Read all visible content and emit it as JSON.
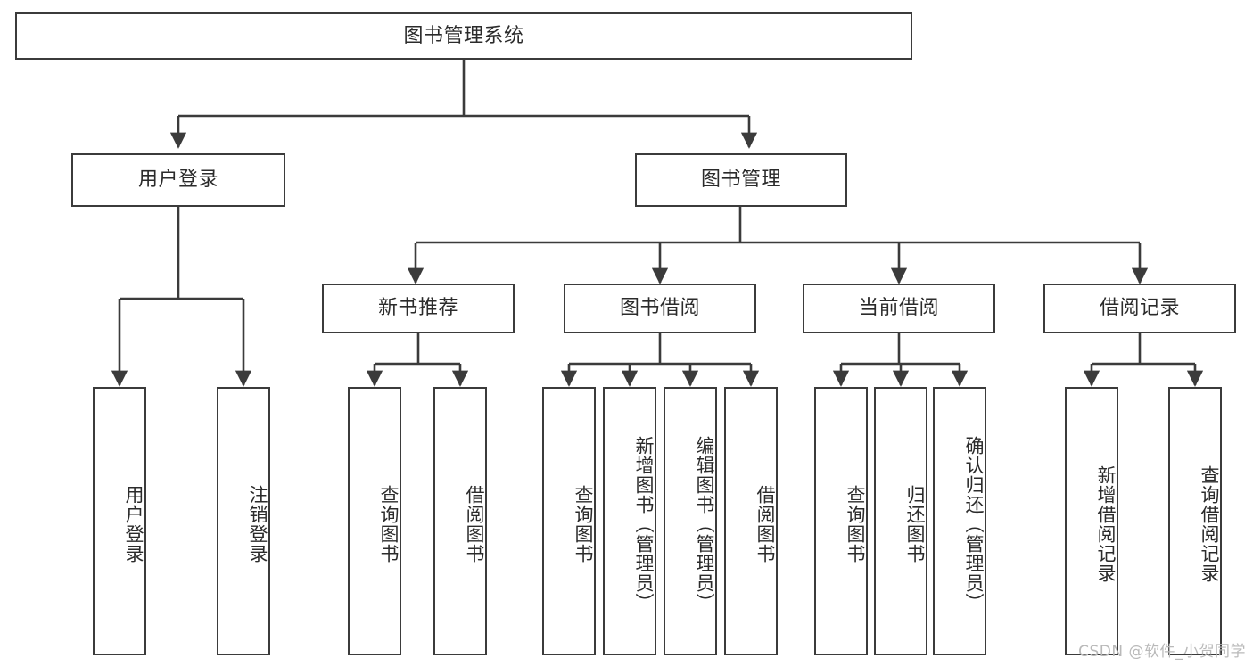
{
  "diagram": {
    "type": "tree-hierarchy-chart",
    "title": "图书管理系统",
    "stroke_color": "#3b3b3b",
    "text_color": "#2b2b2b",
    "background_color": "#ffffff",
    "root": {
      "label": "图书管理系统"
    },
    "level2": [
      {
        "label": "用户登录"
      },
      {
        "label": "图书管理"
      }
    ],
    "level3": [
      {
        "label": "新书推荐"
      },
      {
        "label": "图书借阅"
      },
      {
        "label": "当前借阅"
      },
      {
        "label": "借阅记录"
      }
    ],
    "leaves": {
      "user_login": [
        {
          "label": "用户登录"
        },
        {
          "label": "注销登录"
        }
      ],
      "new_book_recommend": [
        {
          "label": "查询图书"
        },
        {
          "label": "借阅图书"
        }
      ],
      "book_borrow": [
        {
          "label": "查询图书"
        },
        {
          "label": "新增图书（管理员）"
        },
        {
          "label": "编辑图书（管理员）"
        },
        {
          "label": "借阅图书"
        }
      ],
      "current_borrow": [
        {
          "label": "查询图书"
        },
        {
          "label": "归还图书"
        },
        {
          "label": "确认归还（管理员）"
        }
      ],
      "borrow_records": [
        {
          "label": "新增借阅记录"
        },
        {
          "label": "查询借阅记录"
        }
      ]
    }
  },
  "watermark": {
    "text": "CSDN @软件_小贺同学"
  }
}
